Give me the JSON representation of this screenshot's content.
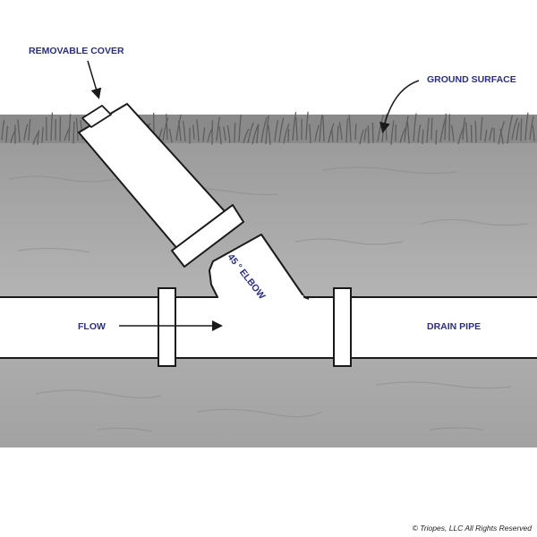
{
  "labels": {
    "removable_cover": "REMOVABLE COVER",
    "ground_surface": "GROUND SURFACE",
    "elbow": "45 ° ELBOW",
    "flow": "FLOW",
    "drain_pipe": "DRAIN PIPE"
  },
  "copyright": "© Triopes, LLC All Rights Reserved",
  "colors": {
    "label_text": "#2b2f7e",
    "soil": "#a9a9a9",
    "grass": "#6e6e6e",
    "pipe_fill": "#ffffff",
    "pipe_outline": "#1a1a1a"
  }
}
